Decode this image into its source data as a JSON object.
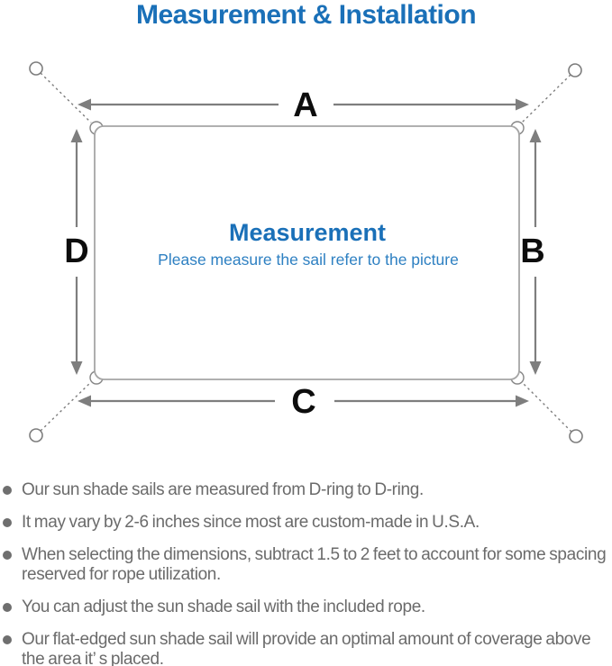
{
  "title": "Measurement & Installation",
  "colors": {
    "accent_blue": "#1a70b8",
    "subtitle_blue": "#2e80c2",
    "line_gray": "#7e7e7e",
    "sail_outline_gray": "#a5a5a5",
    "text_gray": "#6b6b6b"
  },
  "diagram": {
    "labels": {
      "top": "A",
      "right": "B",
      "bottom": "C",
      "left": "D"
    },
    "center_title": "Measurement",
    "center_subtitle": "Please measure the sail refer to the picture"
  },
  "bullets": [
    "Our sun shade sails are measured from D-ring to D-ring.",
    "It may vary by 2-6 inches since most are custom-made in U.S.A.",
    "When selecting the dimensions, subtract 1.5 to 2 feet to account for some spacing reserved for rope utilization.",
    "You can adjust the sun shade sail with the included rope.",
    "Our flat-edged sun shade sail will provide an optimal amount of coverage above the area it’ s placed."
  ]
}
